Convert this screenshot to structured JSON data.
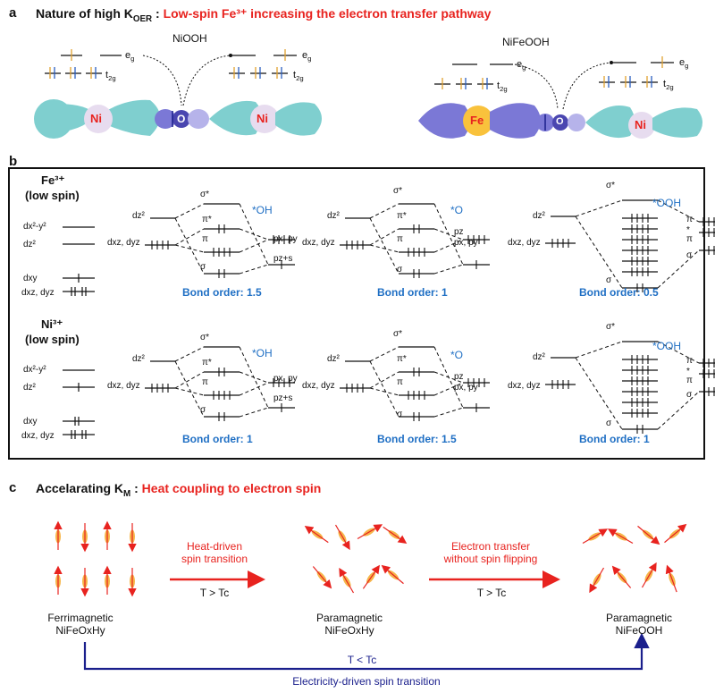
{
  "panel_a": {
    "letter": "a",
    "title_prefix": "Nature of high K",
    "title_sub": "OER",
    "title_red": "Low-spin Fe³⁺ increasing the electron transfer pathway",
    "left_label": "NiOOH",
    "right_label": "NiFeOOH",
    "eg": "e",
    "eg_sub": "g",
    "t2g": "t",
    "t2g_sub": "2g",
    "ni": "Ni",
    "fe": "Fe",
    "o": "O"
  },
  "panel_b": {
    "letter": "b",
    "fe_header": "Fe³⁺",
    "ni_header": "Ni³⁺",
    "low_spin": "(low spin)",
    "orbital_dx2y2": "dx²-y²",
    "orbital_dz2": "dz²",
    "orbital_dxy": "dxy",
    "orbital_dxzdyz": "dxz, dyz",
    "sigma_star": "σ*",
    "pi_star": "π*",
    "pi": "π",
    "sigma": "σ",
    "star": "*",
    "px_py": "px, py",
    "pz": "pz",
    "pz_s": "pz+s",
    "species_oh": "*OH",
    "species_o": "*O",
    "species_ooh": "*OOH",
    "bond_orders_fe": [
      "Bond order: 1.5",
      "Bond order: 1",
      "Bond order: 0.5"
    ],
    "bond_orders_ni": [
      "Bond order: 1",
      "Bond order: 1.5",
      "Bond order: 1"
    ]
  },
  "panel_c": {
    "letter": "c",
    "title_prefix": "Accelarating K",
    "title_sub": "M",
    "title_red": "Heat coupling to electron spin",
    "state1_line1": "Ferrimagnetic",
    "state1_line2": "NiFeOxHy",
    "state2_line1": "Paramagnetic",
    "state2_line2": "NiFeOxHy",
    "state3_line1": "Paramagnetic",
    "state3_line2": "NiFeOOH",
    "arrow1_line1": "Heat-driven",
    "arrow1_line2": "spin transition",
    "arrow1_cond": "T > Tc",
    "arrow2_line1": "Electron transfer",
    "arrow2_line2": "without spin flipping",
    "arrow2_cond": "T > Tc",
    "bottom_cond": "T < Tc",
    "bottom_label": "Electricity-driven spin transition"
  },
  "colors": {
    "red": "#e8231f",
    "blue": "#1f6fc4",
    "teal_lobe": "#7fcfcf",
    "purple_lobe": "#7b78d6",
    "ni_circle": "#e7dcef",
    "fe_circle": "#f9c23c",
    "navy_arrow": "#1a1f8c"
  }
}
